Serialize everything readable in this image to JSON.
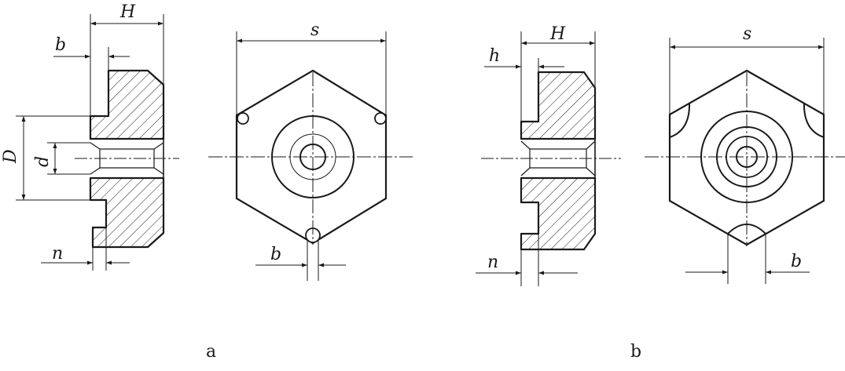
{
  "colors": {
    "ink": "#1a1a1a",
    "background": "#ffffff",
    "hatch_fill": "#fbfbfb"
  },
  "figure_a": {
    "caption": "a",
    "section_labels": {
      "H": "H",
      "b": "b",
      "D": "D",
      "d": "d",
      "n": "n"
    },
    "plan_labels": {
      "s": "s",
      "b": "b"
    }
  },
  "figure_b": {
    "caption": "b",
    "section_labels": {
      "H": "H",
      "h": "h",
      "n": "n"
    },
    "plan_labels": {
      "s": "s",
      "b": "b"
    }
  }
}
